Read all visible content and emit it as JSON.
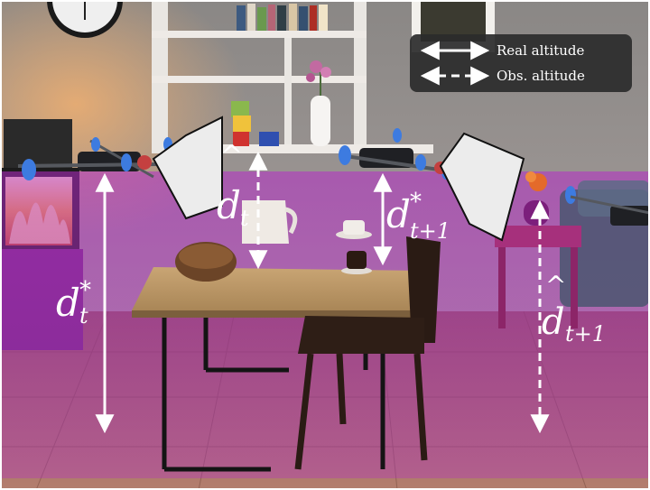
{
  "legend": {
    "real_label": "Real altitude",
    "obs_label": "Obs. altitude"
  },
  "annotations": {
    "real_t": {
      "base": "d",
      "sup": "*",
      "sub": "t"
    },
    "obs_t": {
      "base": "d",
      "hat": "^",
      "sub": "t"
    },
    "real_t1": {
      "base": "d",
      "sup": "*",
      "sub": "t+1"
    },
    "obs_t1": {
      "base": "d",
      "hat": "^",
      "sub": "t+1"
    }
  },
  "colors": {
    "arrow": "#ffffff",
    "legend_bg": "#2b2b2b",
    "magenta_overlay": "#a020c0"
  }
}
